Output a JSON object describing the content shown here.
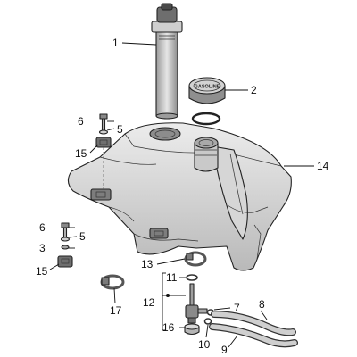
{
  "diagram": {
    "callouts": [
      {
        "id": "c1",
        "text": "1"
      },
      {
        "id": "c2",
        "text": "2"
      },
      {
        "id": "c5a",
        "text": "5"
      },
      {
        "id": "c6a",
        "text": "6"
      },
      {
        "id": "c15a",
        "text": "15"
      },
      {
        "id": "c14",
        "text": "14"
      },
      {
        "id": "c6b",
        "text": "6"
      },
      {
        "id": "c5b",
        "text": "5"
      },
      {
        "id": "c3",
        "text": "3"
      },
      {
        "id": "c15b",
        "text": "15"
      },
      {
        "id": "c13",
        "text": "13"
      },
      {
        "id": "c11",
        "text": "11"
      },
      {
        "id": "c12",
        "text": "12"
      },
      {
        "id": "c17",
        "text": "17"
      },
      {
        "id": "c7",
        "text": "7"
      },
      {
        "id": "c8",
        "text": "8"
      },
      {
        "id": "c16",
        "text": "16"
      },
      {
        "id": "c10",
        "text": "10"
      },
      {
        "id": "c9",
        "text": "9"
      }
    ],
    "cap_lettering": "GASOLINE"
  }
}
